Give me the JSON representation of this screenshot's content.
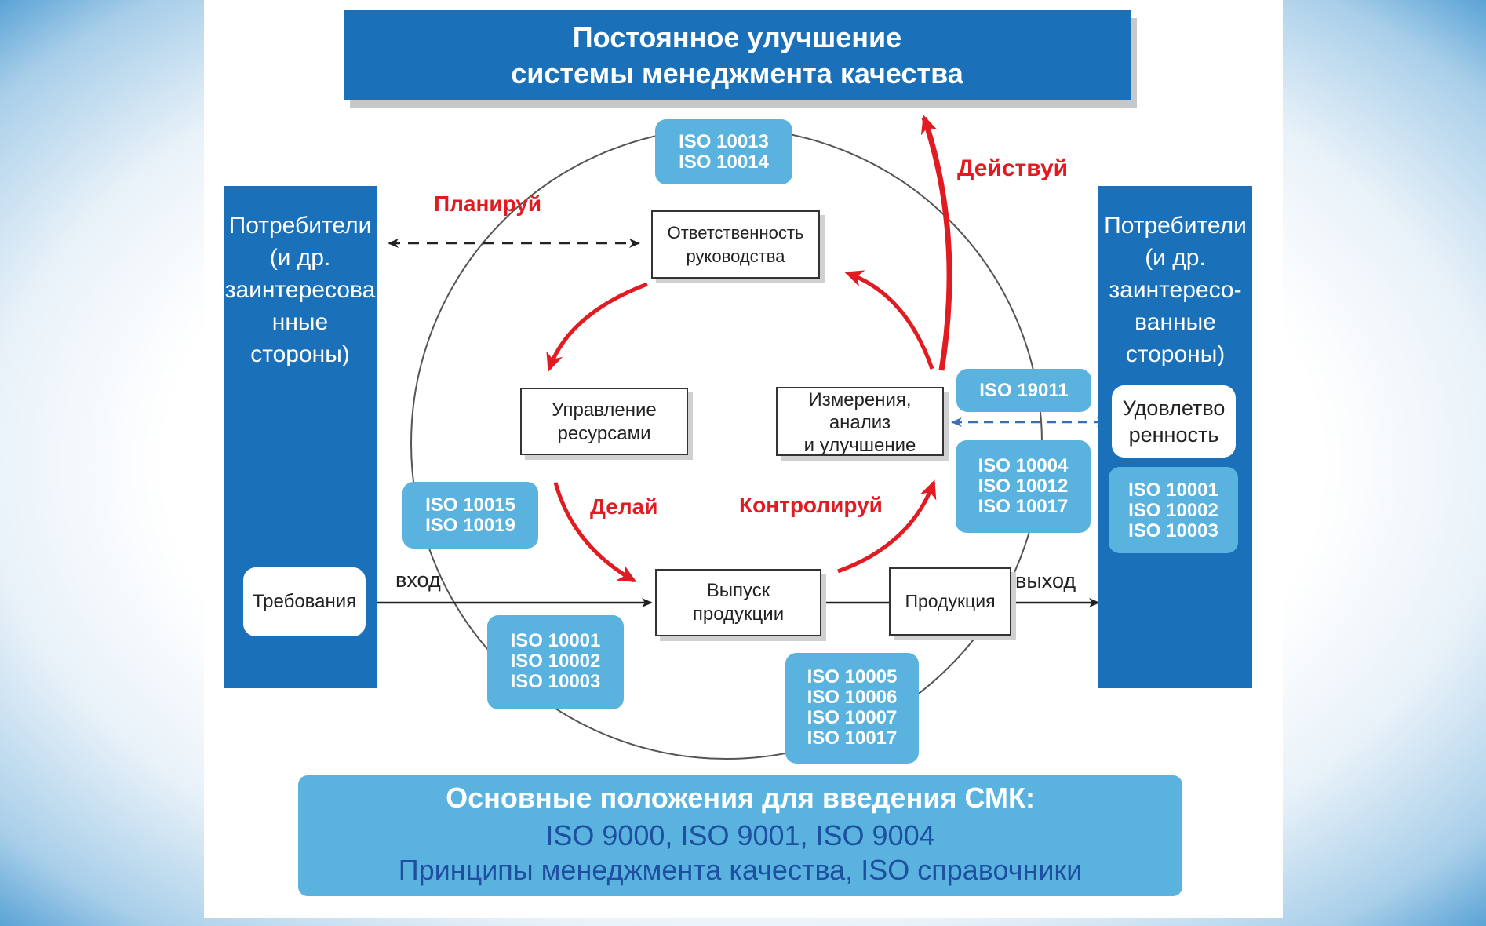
{
  "title": {
    "line1": "Постоянное улучшение",
    "line2": "системы менеджмента качества"
  },
  "left_column": {
    "lines": [
      "Потребители",
      "(и др.",
      "заинтересова",
      "нные",
      "стороны)"
    ]
  },
  "right_column": {
    "lines": [
      "Потребители",
      "(и др.",
      "заинтересо-",
      "ванные",
      "стороны)"
    ]
  },
  "requirements_label": "Требования",
  "satisfaction": {
    "line1": "Удовлетво",
    "line2": "ренность"
  },
  "process_boxes": {
    "management": {
      "line1": "Ответственность",
      "line2": "руководства"
    },
    "resources": {
      "line1": "Управление",
      "line2": "ресурсами"
    },
    "measurement": {
      "line1": "Измерения,",
      "line2": "анализ",
      "line3": "и улучшение"
    },
    "product_realization": {
      "line1": "Выпуск",
      "line2": "продукции"
    },
    "product": "Продукция"
  },
  "iso_boxes": {
    "top": [
      "ISO 10013",
      "ISO 10014"
    ],
    "left_mid": [
      "ISO 10015",
      "ISO 10019"
    ],
    "bottom_left": [
      "ISO 10001",
      "ISO 10002",
      "ISO 10003"
    ],
    "bottom_mid": [
      "ISO 10005",
      "ISO 10006",
      "ISO 10007",
      "ISO 10017"
    ],
    "right_single": "ISO 19011",
    "right_mid": [
      "ISO 10004",
      "ISO 10012",
      "ISO 10017"
    ],
    "right_col": [
      "ISO 10001",
      "ISO 10002",
      "ISO 10003"
    ]
  },
  "cycle_labels": {
    "plan": "Планируй",
    "do": "Делай",
    "check": "Контролируй",
    "act": "Действуй"
  },
  "io_labels": {
    "input": "вход",
    "output": "выход"
  },
  "bottom": {
    "heading": "Основные положения для введения СМК:",
    "standards": "ISO 9000, ISO 9001, ISO 9004",
    "principles": "Принципы менеджмента качества, ISO справочники"
  },
  "colors": {
    "dark_blue": "#1a71ba",
    "light_blue": "#5ab3df",
    "red": "#e01b22"
  }
}
